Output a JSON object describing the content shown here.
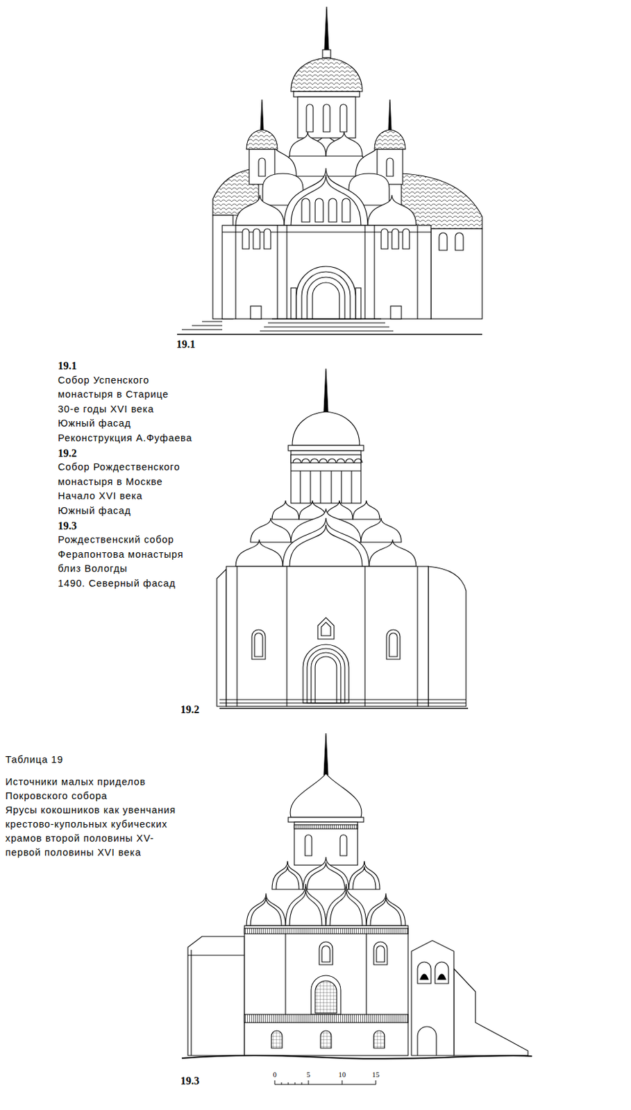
{
  "diagram": {
    "labels": [
      "19.1",
      "19.1",
      "Собор Успенского монастыря в Старице",
      "30-е годы XVI века",
      "Южный фасад",
      "Реконструкция А.Фуфаева",
      "19.2",
      "Собор Рождественского монастыря в Москве",
      "Начало XVI века",
      "Южный фасад",
      "19.3",
      "Рождественский собор Ферапонтова монастыря близ Вологды",
      "1490. Северный фасад",
      "19.2",
      "Таблица 19",
      "Источники малых приделов Покровского собора",
      "Ярусы кокошников как увенчания крестово-купольных кубических храмов второй половины XV-первой половины XVI века",
      "19.3",
      "0",
      "5",
      "10",
      "15"
    ]
  }
}
